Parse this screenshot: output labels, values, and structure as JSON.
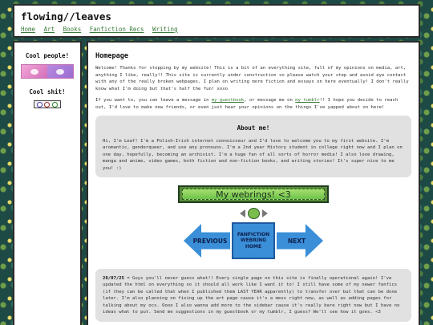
{
  "site": {
    "title": "flowing//leaves",
    "nav": [
      "Home",
      "Art",
      "Books",
      "Fanfiction Recs",
      "Writing"
    ]
  },
  "sidebar": {
    "cool_people_heading": "Cool people!",
    "cool_shit_heading": "Cool shit!"
  },
  "main": {
    "heading": "Homepage",
    "intro_p1": "Welcome! Thanks for stopping by my website! This is a bit of an everything site, full of my opinions on media, art, anything I like, really!! This site is currently under construction so please watch your step and avoid eye contact with any of the really broken webpages. I plan on writing more fiction and essays on here eventually! I don't really know what I'm doing but that's half the fun! xoxo",
    "intro_p2_part1": "If you want to, you can leave a message in ",
    "intro_p2_link1": "my guestbook",
    "intro_p2_part2": ", or message me on ",
    "intro_p2_link2": "my tumblr",
    "intro_p2_part3": "!! I hope you decide to reach out, I'd love to make new friends, or even just hear your opinions on the things I've yapped about on here!",
    "about_title": "About me!",
    "about_text": "Hi, I'm Leaf! I'm a Polish-Irish internet connoisseur and I'd love to welcome you to my first website. I'm aromantic, genderqueer, and use any pronouns. I'm a 2nd year History student in college right now and I plan on one day, hopefully, becoming an archivist. I'm a huge fan of all sorts of horror media! I also love drawing, manga and anime, video games, both fiction and non-fiction books, and writing stories! It's super nice to me you! :)",
    "webrings_label": "My webrings! <3",
    "prev_label": "PREVIOUS",
    "home_lines": [
      "FANFICTION",
      "WEBRING",
      "HOME"
    ],
    "next_label": "NEXT",
    "update_date": "28/07/25",
    "update_text": " = Guys you'll never guess what!! Every single page on this site is finally operational again! I've updated the html on everything so it should all work like I want it to! I still have some of my newer fanfics (if they can be called that when I published them LAST YEAR apparently) to transfer over but that can be done later. I'm also planning on fixing up the art page cause it's a mess right now, as well as adding pages for talking about my ocs. Oooo I also wanna add more to the sidebar cause it's really bare right now but I have no ideas what to put. Send me suggestions in my guestbook or my tumblr, I guess? We'll see how it goes. <3"
  },
  "colors": {
    "link": "#3a7a3a",
    "box_bg": "#e1e1e1",
    "arrow_blue": "#3a8fd8",
    "webring_green": "#6cc24a"
  }
}
